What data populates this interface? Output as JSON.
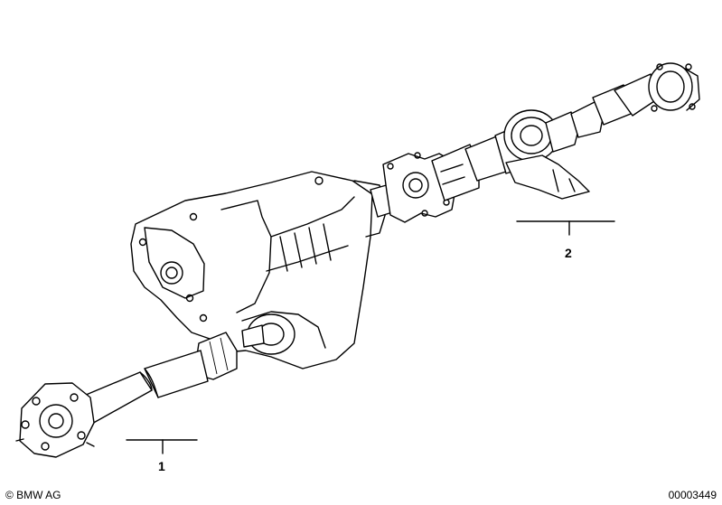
{
  "callouts": [
    {
      "id": "1",
      "label": "1"
    },
    {
      "id": "2",
      "label": "2"
    }
  ],
  "footer": {
    "copyright": "© BMW AG",
    "image_number": "00003449"
  }
}
